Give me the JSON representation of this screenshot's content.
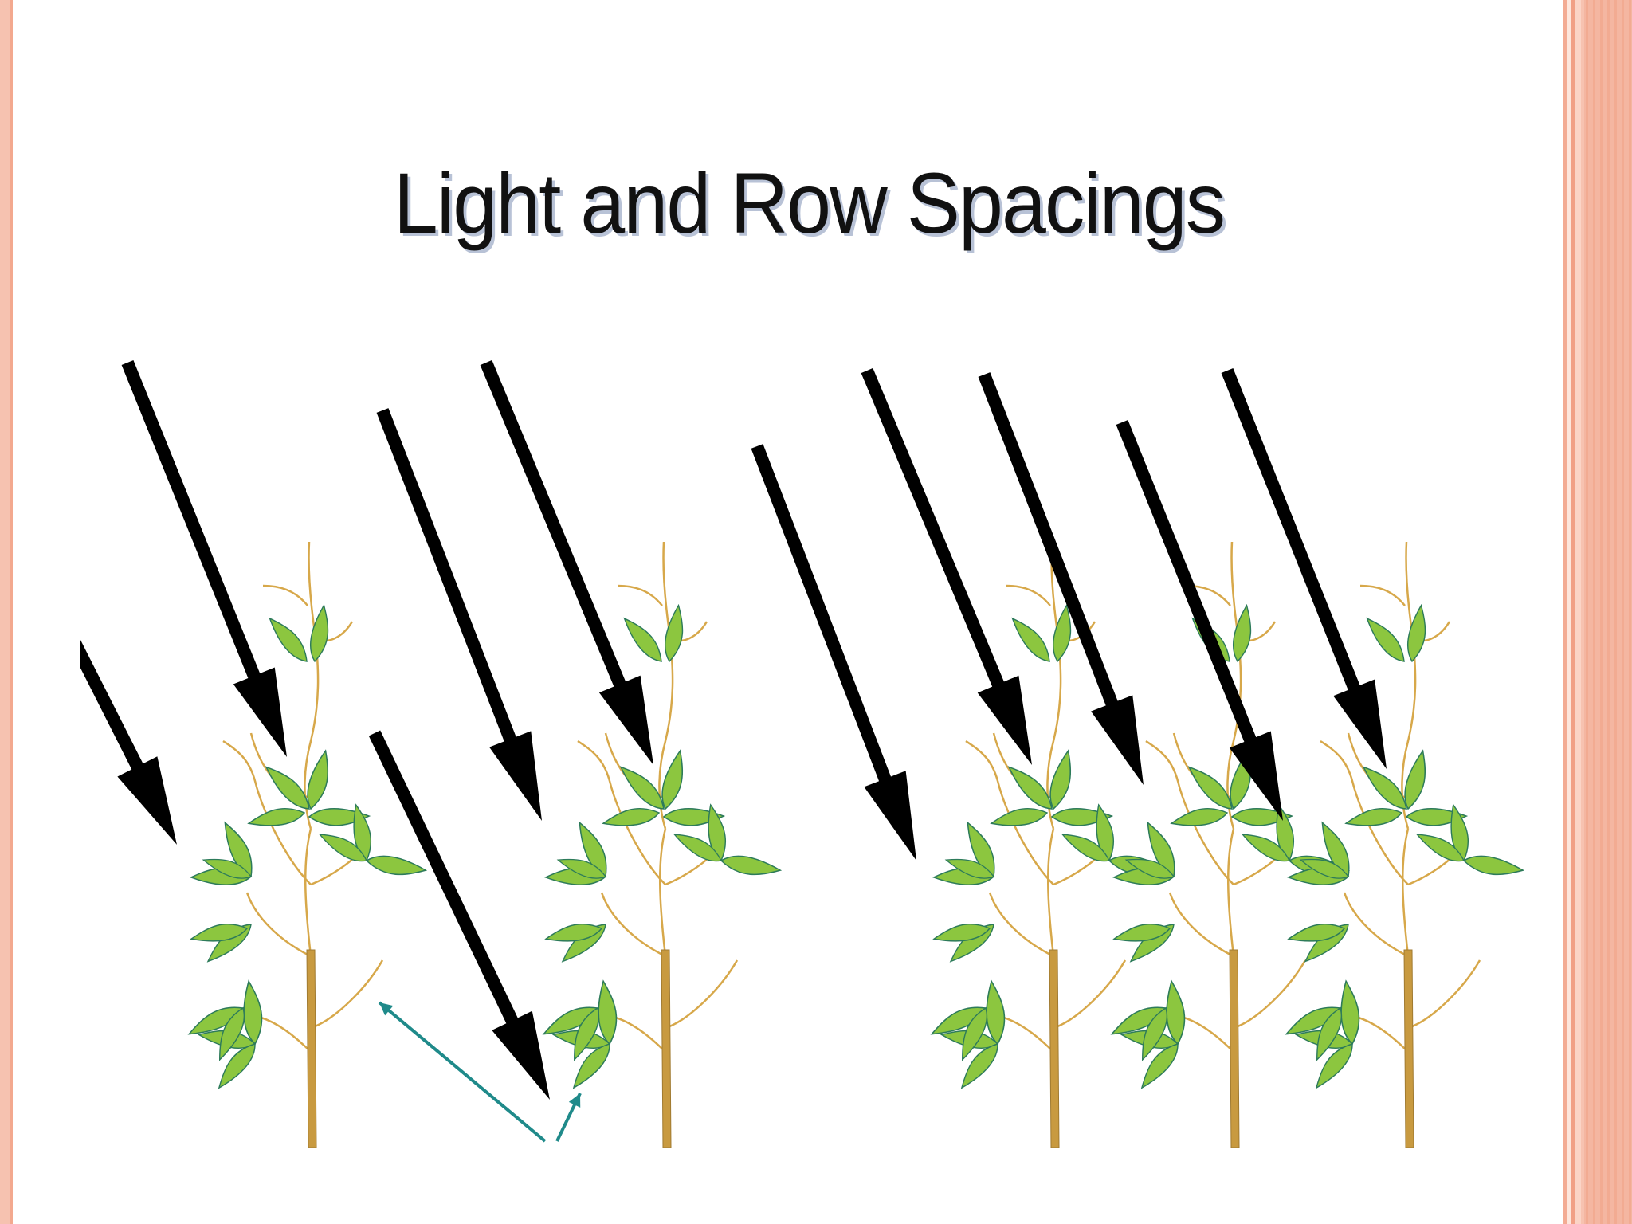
{
  "slide": {
    "title": "Light and Row Spacings"
  },
  "colors": {
    "background": "#ffffff",
    "light_arrow": "#000000",
    "leaf_fill": "#8cc63f",
    "leaf_outline": "#2d7b5a",
    "branch": "#d7a84a",
    "stem": "#c89a40",
    "reflected_light": "#1f8a8a",
    "frame": "#f4b5a0"
  },
  "diagram": {
    "panels": [
      {
        "name": "wide-row-spacing",
        "plants": 2,
        "light_arrows": 5,
        "reflected_light_arrows": 2
      },
      {
        "name": "narrow-row-spacing",
        "plants": 3,
        "light_arrows": 5,
        "reflected_light_arrows": 0
      }
    ]
  }
}
